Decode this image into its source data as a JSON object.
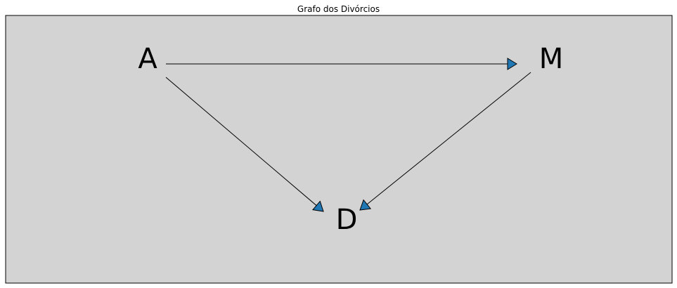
{
  "title": "Grafo dos Divórcios",
  "colors": {
    "background": "#d3d3d3",
    "arrow_fill": "#1f77b4",
    "line": "#000000"
  },
  "nodes": [
    {
      "id": "A",
      "label": "A"
    },
    {
      "id": "M",
      "label": "M"
    },
    {
      "id": "D",
      "label": "D"
    }
  ],
  "edges": [
    {
      "from": "A",
      "to": "M"
    },
    {
      "from": "A",
      "to": "D"
    },
    {
      "from": "M",
      "to": "D"
    }
  ]
}
